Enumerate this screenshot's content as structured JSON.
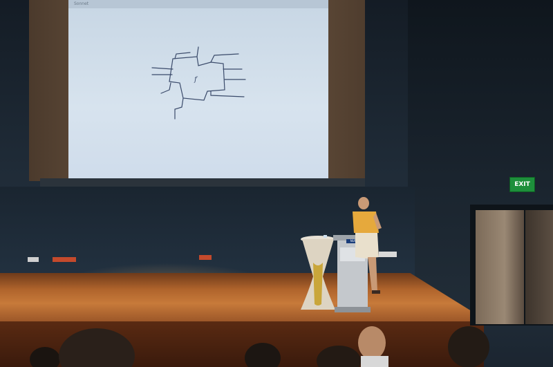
{
  "scene": {
    "description_tags": [
      "auditorium",
      "stage",
      "projection-screen",
      "speaker",
      "podium",
      "audience"
    ]
  },
  "screen": {
    "toolbar_label": "Sonnet",
    "sketch_symbol": "f"
  },
  "exit_sign": {
    "label": "EXIT",
    "color": "#1d8f3b"
  },
  "podium": {
    "logo_text": "NUS"
  },
  "colors": {
    "stage_wood": "#c77a3a",
    "wall": "#1f2b37",
    "screen": "#d7e3ee",
    "speaker_shirt": "#e6a93c"
  }
}
